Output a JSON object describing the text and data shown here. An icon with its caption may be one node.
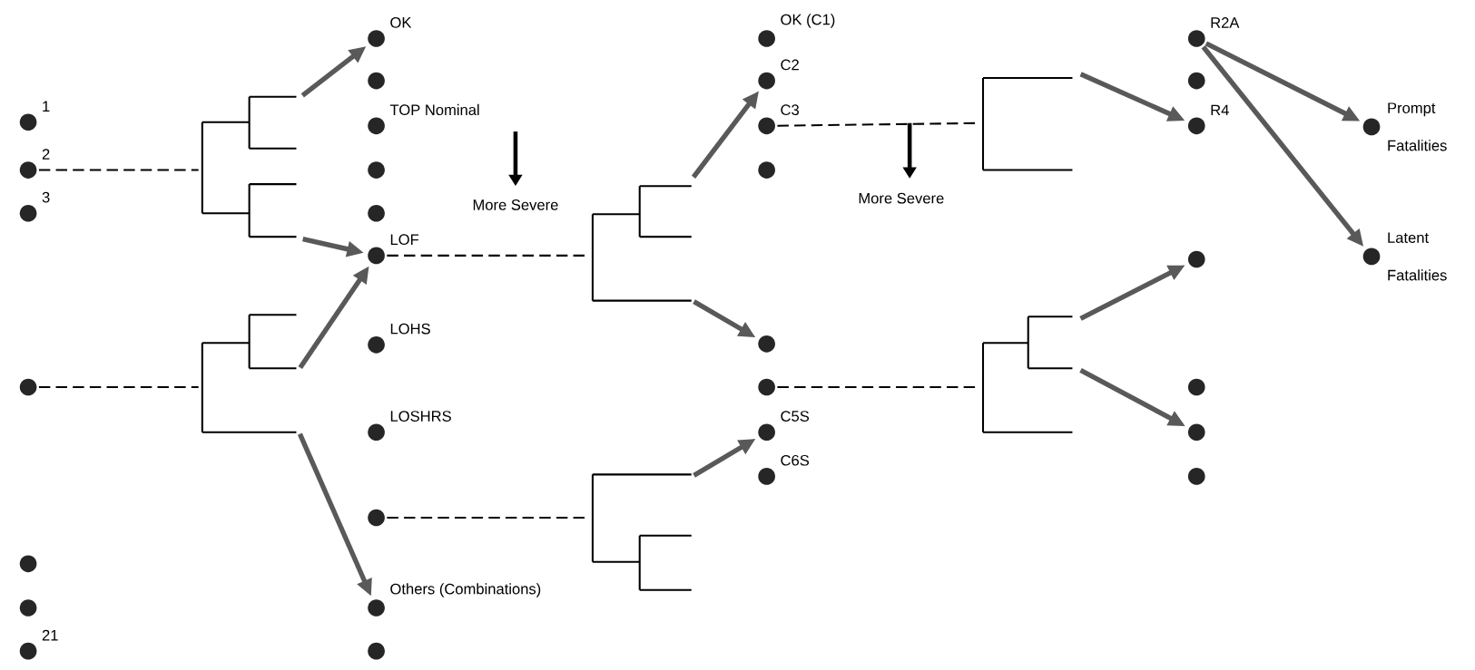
{
  "diagram": {
    "nodes": [
      {
        "text": [],
        "shape": "circle",
        "beside": [
          "1"
        ]
      },
      {
        "text": [],
        "shape": "circle",
        "beside": [
          "2"
        ]
      },
      {
        "text": [],
        "shape": "circle",
        "beside": [
          "3"
        ]
      },
      {
        "text": [],
        "shape": "circle"
      },
      {
        "text": [],
        "shape": "circle"
      },
      {
        "text": [],
        "shape": "circle"
      },
      {
        "text": [],
        "shape": "circle",
        "beside": [
          "21"
        ]
      },
      {
        "text": [],
        "shape": "circle",
        "beside": [
          "OK"
        ]
      },
      {
        "text": [],
        "shape": "circle"
      },
      {
        "text": [],
        "shape": "circle",
        "beside": [
          "TOP Nominal"
        ]
      },
      {
        "text": [],
        "shape": "circle"
      },
      {
        "text": [],
        "shape": "circle"
      },
      {
        "text": [],
        "shape": "circle",
        "beside": [
          "LOF"
        ]
      },
      {
        "text": [],
        "shape": "circle",
        "beside": [
          "LOHS"
        ]
      },
      {
        "text": [],
        "shape": "circle",
        "beside": [
          "LOSHRS"
        ]
      },
      {
        "text": [],
        "shape": "circle"
      },
      {
        "text": [],
        "shape": "circle",
        "beside": [
          "Others (Combinations)"
        ]
      },
      {
        "text": [],
        "shape": "circle"
      },
      {
        "text": [],
        "shape": "circle",
        "beside": [
          "OK (C1)"
        ]
      },
      {
        "text": [],
        "shape": "circle",
        "beside": [
          "C2"
        ]
      },
      {
        "text": [],
        "shape": "circle",
        "beside": [
          "C3"
        ]
      },
      {
        "text": [],
        "shape": "circle"
      },
      {
        "text": [],
        "shape": "circle"
      },
      {
        "text": [],
        "shape": "circle"
      },
      {
        "text": [],
        "shape": "circle",
        "beside": [
          "C5S"
        ]
      },
      {
        "text": [],
        "shape": "circle",
        "beside": [
          "C6S"
        ]
      },
      {
        "text": [],
        "shape": "circle",
        "beside": [
          "R2A"
        ]
      },
      {
        "text": [],
        "shape": "circle"
      },
      {
        "text": [],
        "shape": "circle",
        "beside": [
          "R4"
        ]
      },
      {
        "text": [],
        "shape": "circle"
      },
      {
        "text": [],
        "shape": "circle"
      },
      {
        "text": [],
        "shape": "circle"
      },
      {
        "text": [],
        "shape": "circle"
      },
      {
        "text": [],
        "shape": "circle",
        "beside": [
          "Prompt Fatalities"
        ]
      },
      {
        "text": [],
        "shape": "circle",
        "beside": [
          "Latent Fatalities"
        ]
      },
      {
        "text": [],
        "shape": "tree"
      },
      {
        "text": [],
        "shape": "tree"
      },
      {
        "text": [],
        "shape": "tree"
      },
      {
        "text": [],
        "shape": "tree"
      },
      {
        "text": [],
        "shape": "tree"
      },
      {
        "text": [],
        "shape": "tree"
      }
    ],
    "edges": [
      {
        "from": 1,
        "to": 35,
        "arrow": "none",
        "style": "dashed"
      },
      {
        "from": 35,
        "to": 7,
        "arrow": "to"
      },
      {
        "from": 35,
        "to": 12,
        "arrow": "to"
      },
      {
        "from": 3,
        "to": 36,
        "arrow": "none",
        "style": "dashed"
      },
      {
        "from": 36,
        "to": 12,
        "arrow": "to"
      },
      {
        "from": 36,
        "to": 16,
        "arrow": "to"
      },
      {
        "from": 12,
        "to": 37,
        "arrow": "none",
        "style": "dashed"
      },
      {
        "from": 37,
        "to": 19,
        "arrow": "to"
      },
      {
        "from": 37,
        "to": 22,
        "arrow": "to"
      },
      {
        "from": 15,
        "to": 38,
        "arrow": "none",
        "style": "dashed"
      },
      {
        "from": 38,
        "to": 24,
        "arrow": "to"
      },
      {
        "from": 20,
        "to": 39,
        "arrow": "none",
        "style": "dashed"
      },
      {
        "from": 39,
        "to": 28,
        "arrow": "to"
      },
      {
        "from": 23,
        "to": 40,
        "arrow": "none",
        "style": "dashed"
      },
      {
        "from": 40,
        "to": 29,
        "arrow": "to"
      },
      {
        "from": 40,
        "to": 31,
        "arrow": "to"
      },
      {
        "from": 26,
        "to": 33,
        "arrow": "to"
      },
      {
        "from": 26,
        "to": 34,
        "arrow": "to"
      }
    ],
    "labels": [
      "More Severe",
      "More Severe"
    ]
  }
}
